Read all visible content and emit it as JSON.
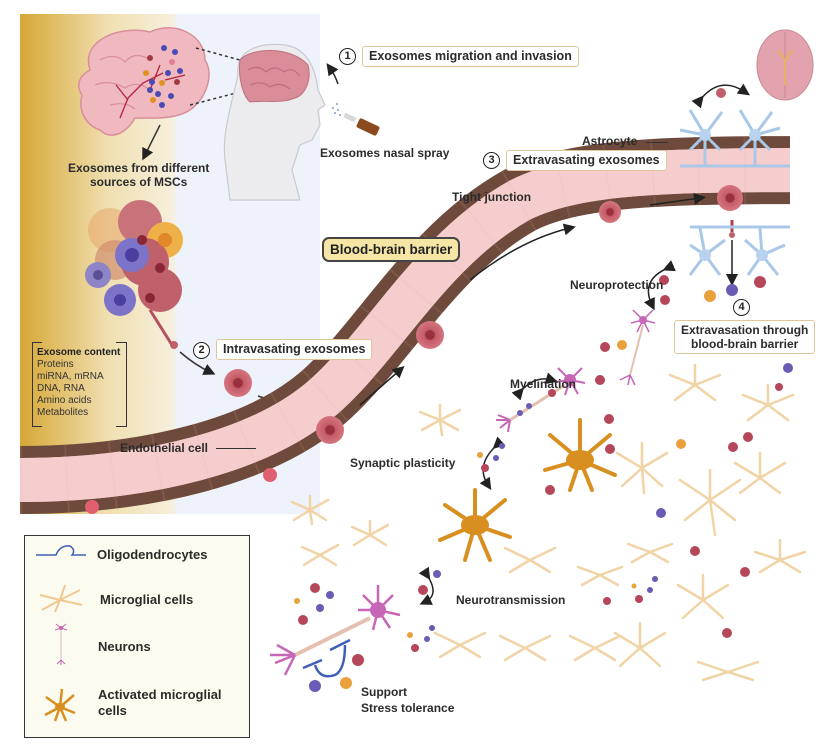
{
  "title": "Exosome delivery across the blood-brain barrier",
  "labels": {
    "sources": "Exosomes from different\nsources of MSCs",
    "sources_line1": "Exosomes from different",
    "sources_line2": "sources of MSCs",
    "nasal_spray": "Exosomes nasal spray",
    "astrocyte": "Astrocyte",
    "tight_junction": "Tight junction",
    "blood_brain_barrier": "Blood-brain barrier",
    "endothelial_cell": "Endothelial cell",
    "neuroprotection": "Neuroprotection",
    "myelination": "Myelination",
    "synaptic_plasticity": "Synaptic plasticity",
    "neurotransmission": "Neurotransmission",
    "support": "Support",
    "stress_tolerance": "Stress tolerance"
  },
  "steps": [
    {
      "number": "1",
      "label": "Exosomes migration and invasion"
    },
    {
      "number": "2",
      "label": "Intravasating exosomes"
    },
    {
      "number": "3",
      "label": "Extravasating exosomes"
    },
    {
      "number": "4",
      "label_line1": "Extravasation through",
      "label_line2": "blood-brain barrier"
    }
  ],
  "exosome_content": {
    "header": "Exosome content",
    "items": [
      "Proteins",
      "miRNA, mRNA",
      "DNA, RNA",
      "Amino acids",
      "Metabolites"
    ]
  },
  "legend": {
    "items": [
      {
        "icon": "oligodendrocyte-icon",
        "label": "Oligodendrocytes"
      },
      {
        "icon": "microglial-cell-icon",
        "label": "Microglial cells"
      },
      {
        "icon": "neuron-icon",
        "label": "Neurons"
      },
      {
        "icon": "activated-microglial-icon",
        "label_line1": "Activated microglial",
        "label_line2": "cells"
      }
    ]
  },
  "colors": {
    "panel_gold": "#d9ad3a",
    "panel_blue": "#eef3fb",
    "vessel_wall": "#7a5545",
    "vessel_lumen": "#f5c9c9",
    "exosome_red": "#b6475a",
    "exosome_purple": "#6a5bb5",
    "exosome_orange": "#e9a23b",
    "astrocyte_blue": "#a9c8e8",
    "microglia": "#f1d3a6",
    "activated_microglia": "#d98f1f",
    "neuron": "#c765b6",
    "step_box_border": "#e0c59a",
    "bbb_fill": "#f6e6a6"
  }
}
